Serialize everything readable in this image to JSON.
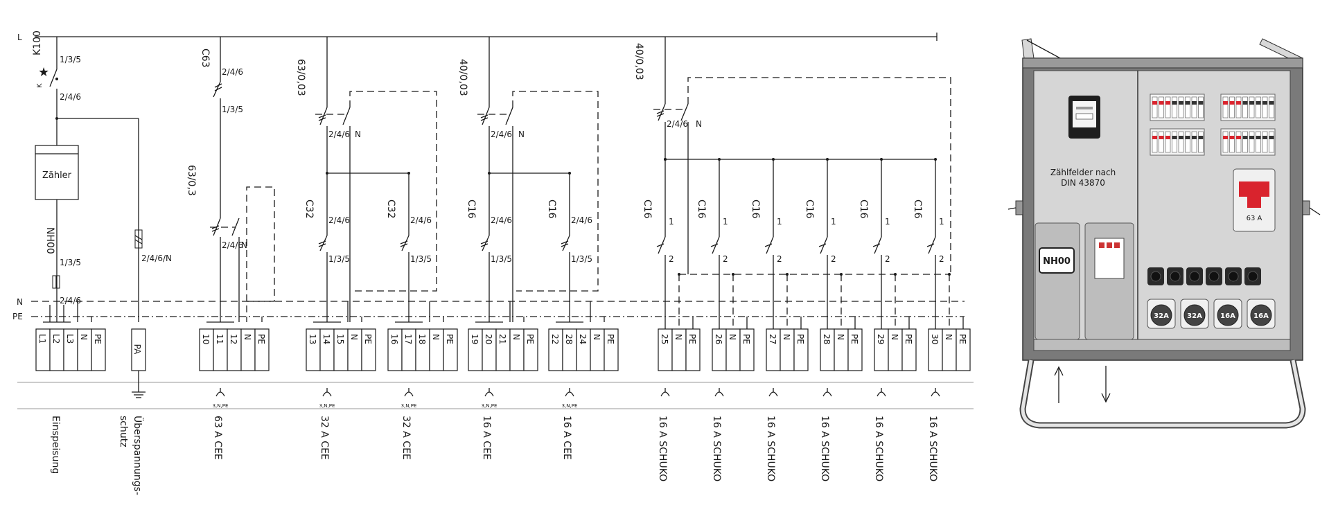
{
  "bus": {
    "l": "L",
    "n": "N",
    "pe": "PE"
  },
  "feed": {
    "device": "K100",
    "switch_top": "1/3/5",
    "switch_bottom": "2/4/6",
    "switch_mark": "K",
    "meter": "Zähler",
    "fuse": "NH00",
    "fuse_top": "1/3/5",
    "fuse_bottom": "2/4/6",
    "terminals": [
      "L1",
      "L2",
      "L3",
      "N",
      "PE"
    ],
    "label": "Einspeisung"
  },
  "spd": {
    "poles": "2/4/6/N",
    "terminal": "PA",
    "label_line1": "Über­spannungs-",
    "label_line2": "schutz"
  },
  "cee63": {
    "breaker": "C63",
    "breaker_top": "2/4/6",
    "breaker_bottom": "1/3/5",
    "rcd": "63/0,3",
    "rcd_poles": "2/4/6",
    "rcd_n": "N",
    "terminals": [
      "10",
      "11",
      "12",
      "N",
      "PE"
    ],
    "socket_note": "3,N,PE",
    "label": "63 A CEE"
  },
  "group1": {
    "rcd": "63/0,03",
    "rcd_poles": "2/4/6",
    "rcd_n": "N",
    "feeders": [
      {
        "breaker": "C32",
        "top": "2/4/6",
        "bottom": "1/3/5",
        "terminals": [
          "13",
          "14",
          "15",
          "N",
          "PE"
        ],
        "socket_note": "3,N,PE",
        "label": "32 A CEE"
      },
      {
        "breaker": "C32",
        "top": "2/4/6",
        "bottom": "1/3/5",
        "terminals": [
          "16",
          "17",
          "18",
          "N",
          "PE"
        ],
        "socket_note": "3,N,PE",
        "label": "32 A CEE"
      }
    ]
  },
  "group2": {
    "rcd": "40/0,03",
    "rcd_poles": "2/4/6",
    "rcd_n": "N",
    "feeders": [
      {
        "breaker": "C16",
        "top": "2/4/6",
        "bottom": "1/3/5",
        "terminals": [
          "19",
          "20",
          "21",
          "N",
          "PE"
        ],
        "socket_note": "3,N,PE",
        "label": "16 A CEE"
      },
      {
        "breaker": "C16",
        "top": "2/4/6",
        "bottom": "1/3/5",
        "terminals": [
          "22",
          "28",
          "24",
          "N",
          "PE"
        ],
        "socket_note": "3,N,PE",
        "label": "16 A CEE"
      }
    ]
  },
  "group3": {
    "rcd": "40/0,03",
    "rcd_poles": "2/4/6",
    "rcd_n": "N",
    "feeders": [
      {
        "breaker": "C16",
        "top": "1",
        "bottom": "2",
        "terminals": [
          "25",
          "N",
          "PE"
        ],
        "label": "16 A SCHUKO"
      },
      {
        "breaker": "C16",
        "top": "1",
        "bottom": "2",
        "terminals": [
          "26",
          "N",
          "PE"
        ],
        "label": "16 A SCHUKO"
      },
      {
        "breaker": "C16",
        "top": "1",
        "bottom": "2",
        "terminals": [
          "27",
          "N",
          "PE"
        ],
        "label": "16 A SCHUKO"
      },
      {
        "breaker": "C16",
        "top": "1",
        "bottom": "2",
        "terminals": [
          "28",
          "N",
          "PE"
        ],
        "label": "16 A SCHUKO"
      },
      {
        "breaker": "C16",
        "top": "1",
        "bottom": "2",
        "terminals": [
          "29",
          "N",
          "PE"
        ],
        "label": "16 A SCHUKO"
      },
      {
        "breaker": "C16",
        "top": "1",
        "bottom": "2",
        "terminals": [
          "30",
          "N",
          "PE"
        ],
        "label": "16 A SCHUKO"
      }
    ]
  },
  "cabinet": {
    "meter_field_line1": "Zählfelder nach",
    "meter_field_line2": "DIN 43870",
    "fuse_label": "NH00",
    "main_switch": "63 A",
    "sockets": [
      "32A",
      "32A",
      "16A",
      "16A"
    ]
  }
}
